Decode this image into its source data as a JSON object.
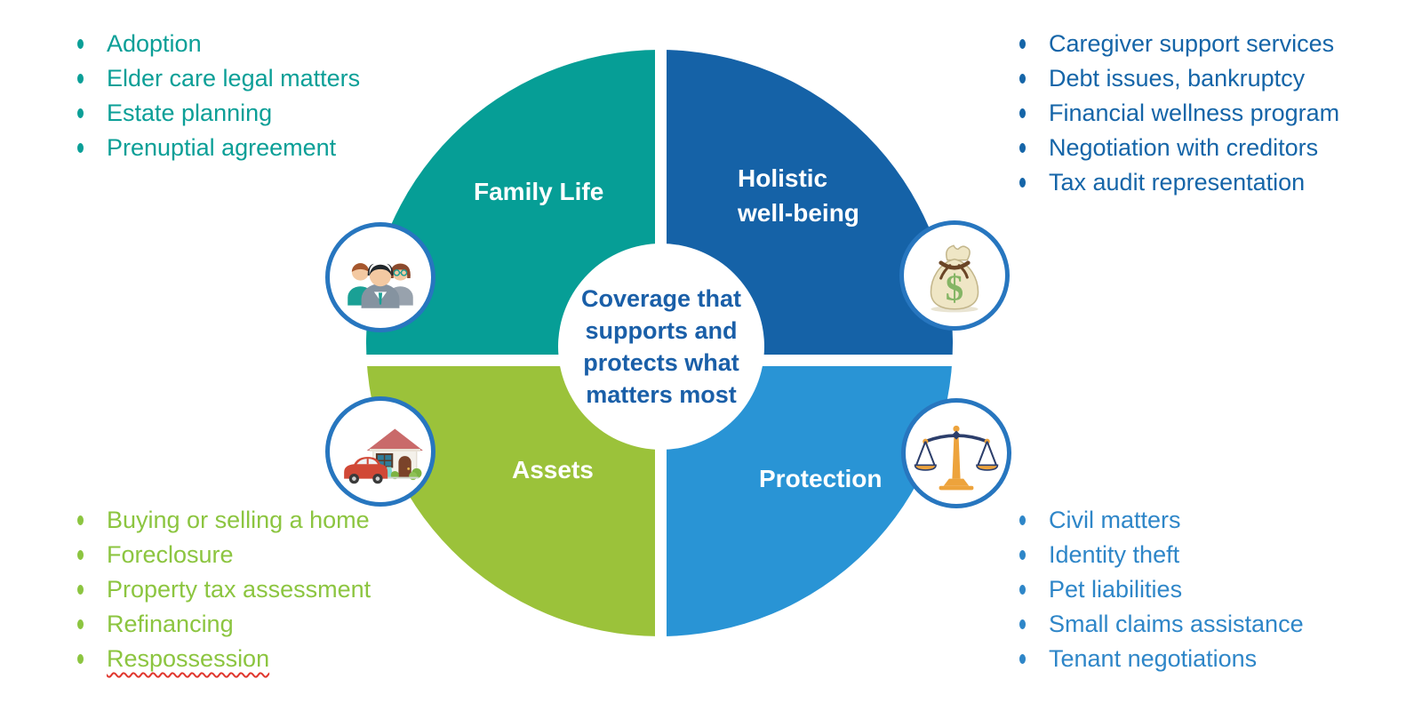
{
  "title": "Legal coverage quadrant diagram",
  "center": {
    "lines": [
      "Coverage that",
      "supports and",
      "protects what",
      "matters most"
    ],
    "text_color": "#1a5fa8",
    "background": "#ffffff"
  },
  "quadrants": [
    {
      "id": "family-life",
      "label": "Family Life",
      "color": "#069e96",
      "list_text_color": "#0b9f97",
      "icon": "family-icon",
      "items": [
        "Adoption",
        "Elder care legal matters",
        "Estate planning",
        "Prenuptial agreement"
      ]
    },
    {
      "id": "holistic-well-being",
      "label": "Holistic well-being",
      "label_lines": [
        "Holistic",
        "well-being"
      ],
      "color": "#1562a7",
      "list_text_color": "#1565a8",
      "icon": "money-bag-icon",
      "items": [
        "Caregiver support services",
        "Debt issues, bankruptcy",
        "Financial wellness program",
        "Negotiation with creditors",
        "Tax audit representation"
      ]
    },
    {
      "id": "assets",
      "label": "Assets",
      "color": "#9bc23a",
      "list_text_color": "#8cc540",
      "icon": "house-car-icon",
      "items": [
        "Buying or selling a home",
        "Foreclosure",
        "Property tax assessment",
        "Refinancing",
        "Respossession"
      ]
    },
    {
      "id": "protection",
      "label": "Protection",
      "color": "#2994d5",
      "list_text_color": "#2e86c8",
      "icon": "scales-icon",
      "items": [
        "Civil matters",
        "Identity theft",
        "Pet liabilities",
        "Small claims assistance",
        "Tenant negotiations"
      ]
    }
  ],
  "spellcheck_underline": {
    "item": "Respossession",
    "color": "#e0372e"
  },
  "icon_badge_border_color": "#2776bf"
}
